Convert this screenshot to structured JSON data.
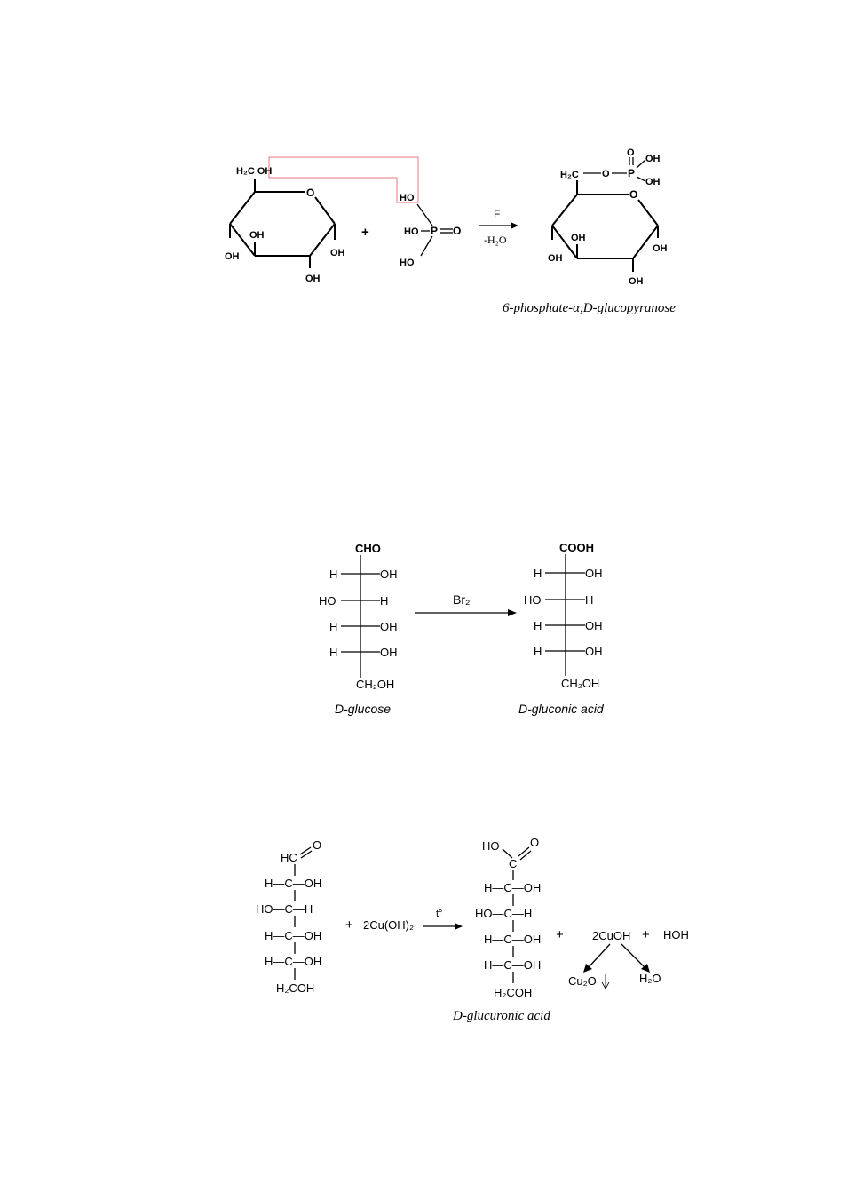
{
  "reaction1": {
    "glucose": {
      "ch2oh": "H₂C OH",
      "ring_o": "O",
      "oh_left": "OH",
      "oh_ring": "OH",
      "oh_right": "OH",
      "oh_bottom": "OH"
    },
    "plus": "+",
    "phosphoric": {
      "ho_top": "HO",
      "ho_mid": "HO",
      "p": "P",
      "o": "O",
      "ho_bottom": "HO"
    },
    "arrow_top": "F",
    "arrow_bottom": "-H₂O",
    "product": {
      "h2c": "H₂C",
      "o_link": "O",
      "p": "P",
      "o_top": "O",
      "oh_top": "OH",
      "oh_bottom": "OH",
      "ring_o": "O",
      "oh_ring": "OH",
      "oh_left": "OH",
      "oh_right": "OH",
      "oh_bottom_c": "OH"
    },
    "product_name": "6-phosphate-α,D-glucopyranose"
  },
  "reaction2": {
    "left": {
      "top": "CHO",
      "rows": [
        [
          "H",
          "OH"
        ],
        [
          "HO",
          "H"
        ],
        [
          "H",
          "OH"
        ],
        [
          "H",
          "OH"
        ]
      ],
      "bottom": "CH₂OH",
      "name": "D-glucose"
    },
    "arrow_label": "Br₂",
    "right": {
      "top": "COOH",
      "rows": [
        [
          "H",
          "OH"
        ],
        [
          "HO",
          "H"
        ],
        [
          "H",
          "OH"
        ],
        [
          "H",
          "OH"
        ]
      ],
      "bottom": "CH₂OH",
      "name": "D-gluconic acid"
    }
  },
  "reaction3": {
    "left": {
      "top": "HC",
      "top_o": "O",
      "rows": [
        "H—C—OH",
        "HO—C—H",
        "H—C—OH",
        "H—C—OH"
      ],
      "bottom": "H₂COH"
    },
    "plus1": "+",
    "reagent": "2Cu(OH)₂",
    "arrow_label": "t°",
    "right": {
      "top_ho": "HO",
      "top_o": "O",
      "top_c": "C",
      "rows": [
        "H—C—OH",
        "HO—C—H",
        "H—C—OH",
        "H—C—OH"
      ],
      "bottom": "H₂COH",
      "name": "D-glucuronic acid"
    },
    "plus2": "+",
    "cuoh": "2CuOH",
    "plus3": "+",
    "hoh": "HOH",
    "cu2o": "Cu₂O",
    "h2o": "H₂O"
  }
}
